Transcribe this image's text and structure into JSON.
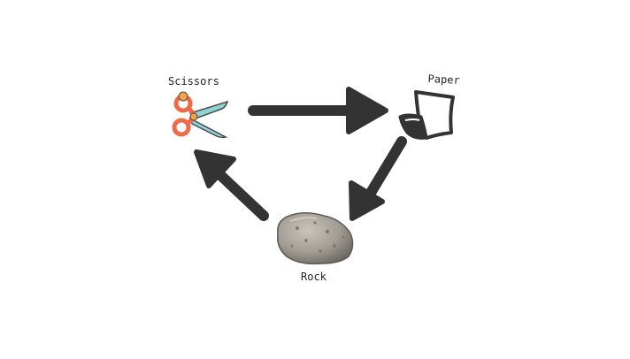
{
  "diagram": {
    "nodes": {
      "scissors": {
        "label": "Scissors",
        "icon": "scissors-icon"
      },
      "paper": {
        "label": "Paper",
        "icon": "paper-icon"
      },
      "rock": {
        "label": "Rock",
        "icon": "rock-icon"
      }
    },
    "edges": [
      {
        "from": "scissors",
        "to": "paper"
      },
      {
        "from": "paper",
        "to": "rock"
      },
      {
        "from": "rock",
        "to": "scissors"
      }
    ],
    "colors": {
      "background": "#ffffff",
      "arrow": "#333333",
      "text": "#222222",
      "scissors_handle": "#f06a4a",
      "scissors_blade": "#8fd3d8",
      "scissors_pivot": "#f4a340",
      "rock": "#9a958c"
    }
  }
}
